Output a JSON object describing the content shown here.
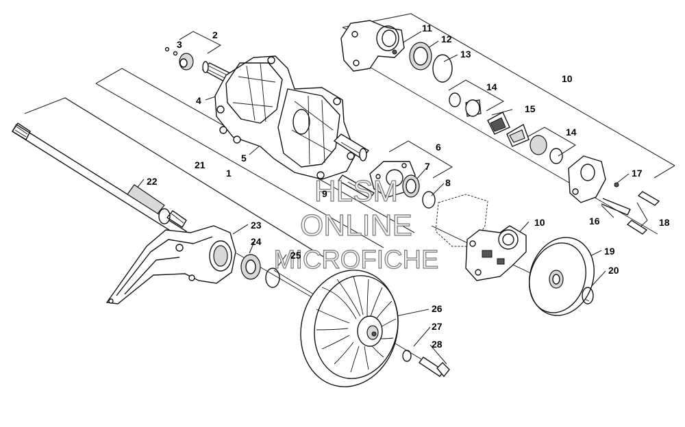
{
  "watermark": {
    "line1": "HLSM",
    "line2": "ONLINE",
    "line3": "MICROFICHE"
  },
  "callouts": {
    "c1": "1",
    "c2": "2",
    "c3": "3",
    "c4": "4",
    "c5": "5",
    "c6": "6",
    "c7": "7",
    "c8": "8",
    "c9": "9",
    "c10a": "10",
    "c10b": "10",
    "c11": "11",
    "c12": "12",
    "c13": "13",
    "c14a": "14",
    "c14b": "14",
    "c15": "15",
    "c16": "16",
    "c17": "17",
    "c18": "18",
    "c19": "19",
    "c20": "20",
    "c21": "21",
    "c22": "22",
    "c23": "23",
    "c24": "24",
    "c25": "25",
    "c26": "26",
    "c27": "27",
    "c28": "28"
  }
}
